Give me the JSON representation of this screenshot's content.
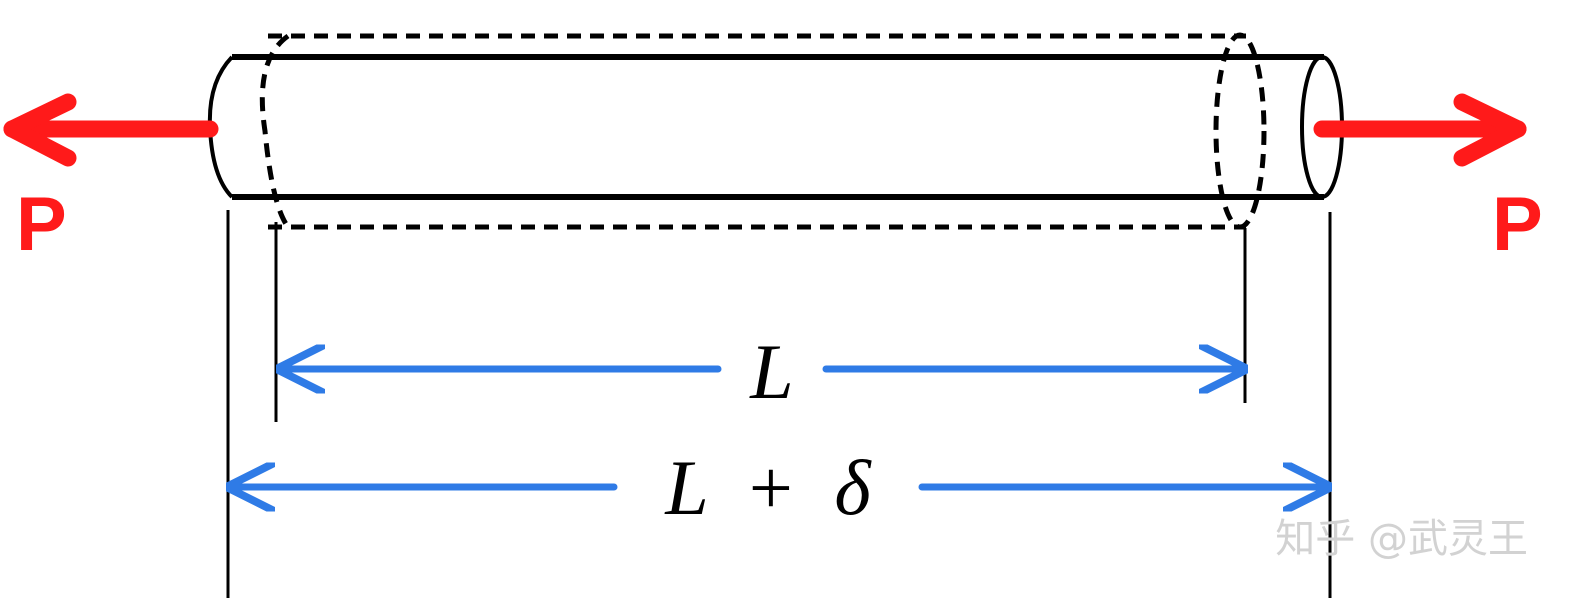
{
  "colors": {
    "force": "#ff1a1a",
    "dimension": "#2f7be6",
    "outline": "#000000",
    "watermark": "#d2d2d2",
    "background": "#ffffff"
  },
  "labels": {
    "force_left": "P",
    "force_right": "P",
    "original_length": "L",
    "elongated_length": {
      "base": "L",
      "operator": "+",
      "increment": "δ"
    }
  },
  "watermark": {
    "text": "知乎 @武灵王"
  }
}
